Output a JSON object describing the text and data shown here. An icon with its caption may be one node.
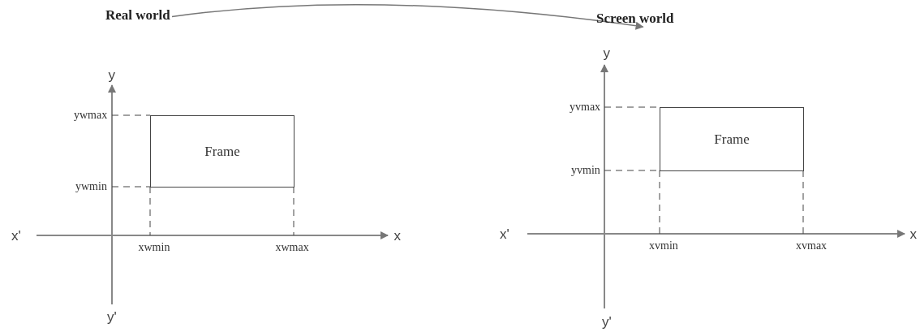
{
  "diagram": {
    "nodes": [
      {
        "text": [
          "Real world"
        ]
      },
      {
        "text": [
          "Frame"
        ]
      },
      {
        "text": [
          "Screen world"
        ]
      },
      {
        "text": [
          "Frame"
        ]
      }
    ],
    "edges": [
      {
        "from": 0,
        "to": 2,
        "arrow": "to"
      }
    ],
    "labels": [
      "y",
      "ywmax",
      "ywmin",
      "x'",
      "xwmin",
      "xwmax",
      "x",
      "y'",
      "y",
      "yvmax",
      "yvmin",
      "x'",
      "xvmin",
      "xvmax",
      "x",
      "y'"
    ]
  }
}
